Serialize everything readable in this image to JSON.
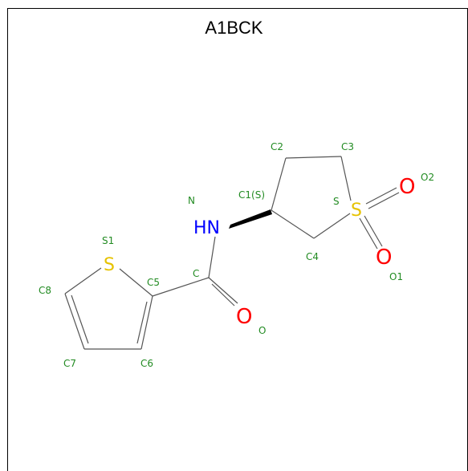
{
  "title": "A1BCK",
  "atom_symbols": {
    "nh": "HN",
    "s_ring": "S",
    "s_sulfonyl": "S",
    "o_carbonyl": "O",
    "o_sulfonyl_1": "O",
    "o_sulfonyl_2": "O"
  },
  "atom_labels": {
    "N": "N",
    "C1": "C1(S)",
    "C2": "C2",
    "C3": "C3",
    "C4": "C4",
    "S": "S",
    "O1": "O1",
    "O2": "O2",
    "C": "C",
    "O": "O",
    "S1": "S1",
    "C5": "C5",
    "C6": "C6",
    "C7": "C7",
    "C8": "C8"
  },
  "colors": {
    "label": "#228B22",
    "sulfur": "#E6C200",
    "oxygen": "#FF0000",
    "nitrogen": "#0000FF",
    "bond": "#555555"
  }
}
